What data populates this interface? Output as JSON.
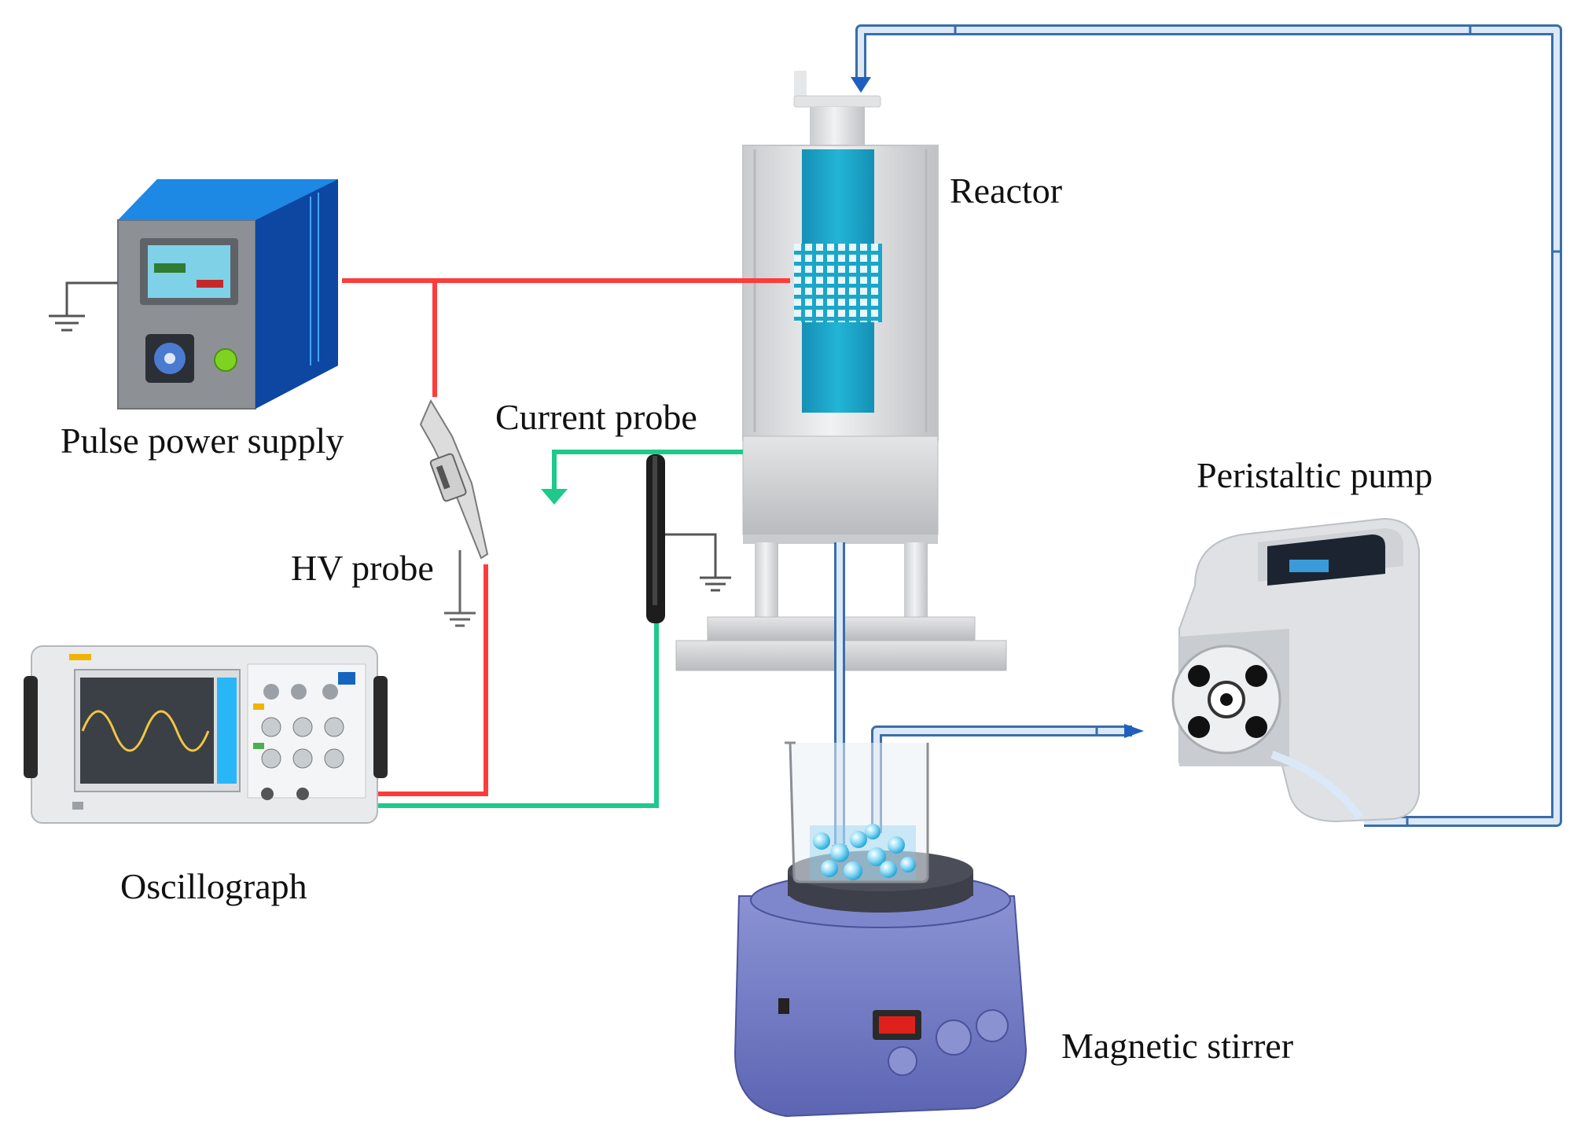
{
  "labels": {
    "reactor": "Reactor",
    "pulse_power_supply": "Pulse power supply",
    "current_probe": "Current probe",
    "hv_probe": "HV probe",
    "oscillograph": "Oscillograph",
    "peristaltic_pump": "Peristaltic pump",
    "magnetic_stirrer": "Magnetic stirrer"
  },
  "colors": {
    "hv_wire": "#ff3b3b",
    "current_wire": "#1ec98b",
    "tube_border": "#3a6ea8",
    "tube_fill": "#dbe8f7",
    "supply_blue": "#1565c0",
    "reactor_water": "#1aa6c8",
    "stirrer_body": "#6f78c4"
  }
}
